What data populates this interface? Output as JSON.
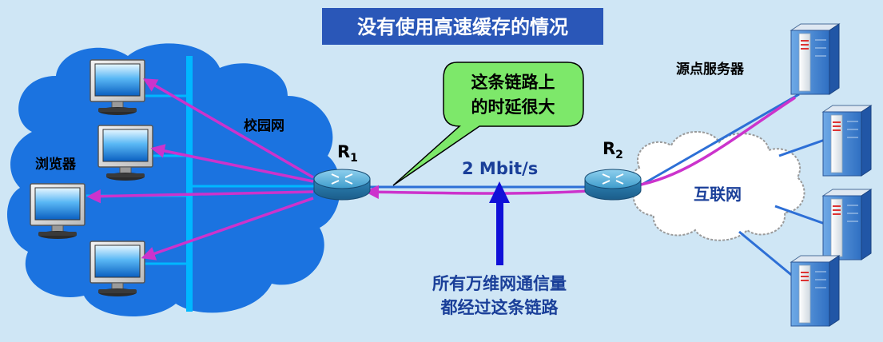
{
  "title": "没有使用高速缓存的情况",
  "labels": {
    "campus_network": "校园网",
    "browser": "浏览器",
    "origin_server": "源点服务器",
    "internet": "互联网",
    "r1_main": "R",
    "r1_sub": "1",
    "r2_main": "R",
    "r2_sub": "2",
    "bandwidth": "2 Mbit/s",
    "callout_line1": "这条链路上",
    "callout_line2": "的时延很大",
    "note_line1": "所有万维网通信量",
    "note_line2": "都经过这条链路"
  },
  "colors": {
    "background": "#cfe6f5",
    "title_bg": "#2a57b8",
    "title_fg": "#ffffff",
    "campus_cloud": "#1b73e0",
    "bus": "#00b7ff",
    "traffic": "#cc33cc",
    "callout_bg": "#7de86a",
    "arrow": "#1010d8",
    "link": "#2d6fd6"
  },
  "icons": {
    "monitor": "monitor-icon",
    "router": "router-icon",
    "server": "server-icon",
    "cloud": "cloud-icon"
  }
}
